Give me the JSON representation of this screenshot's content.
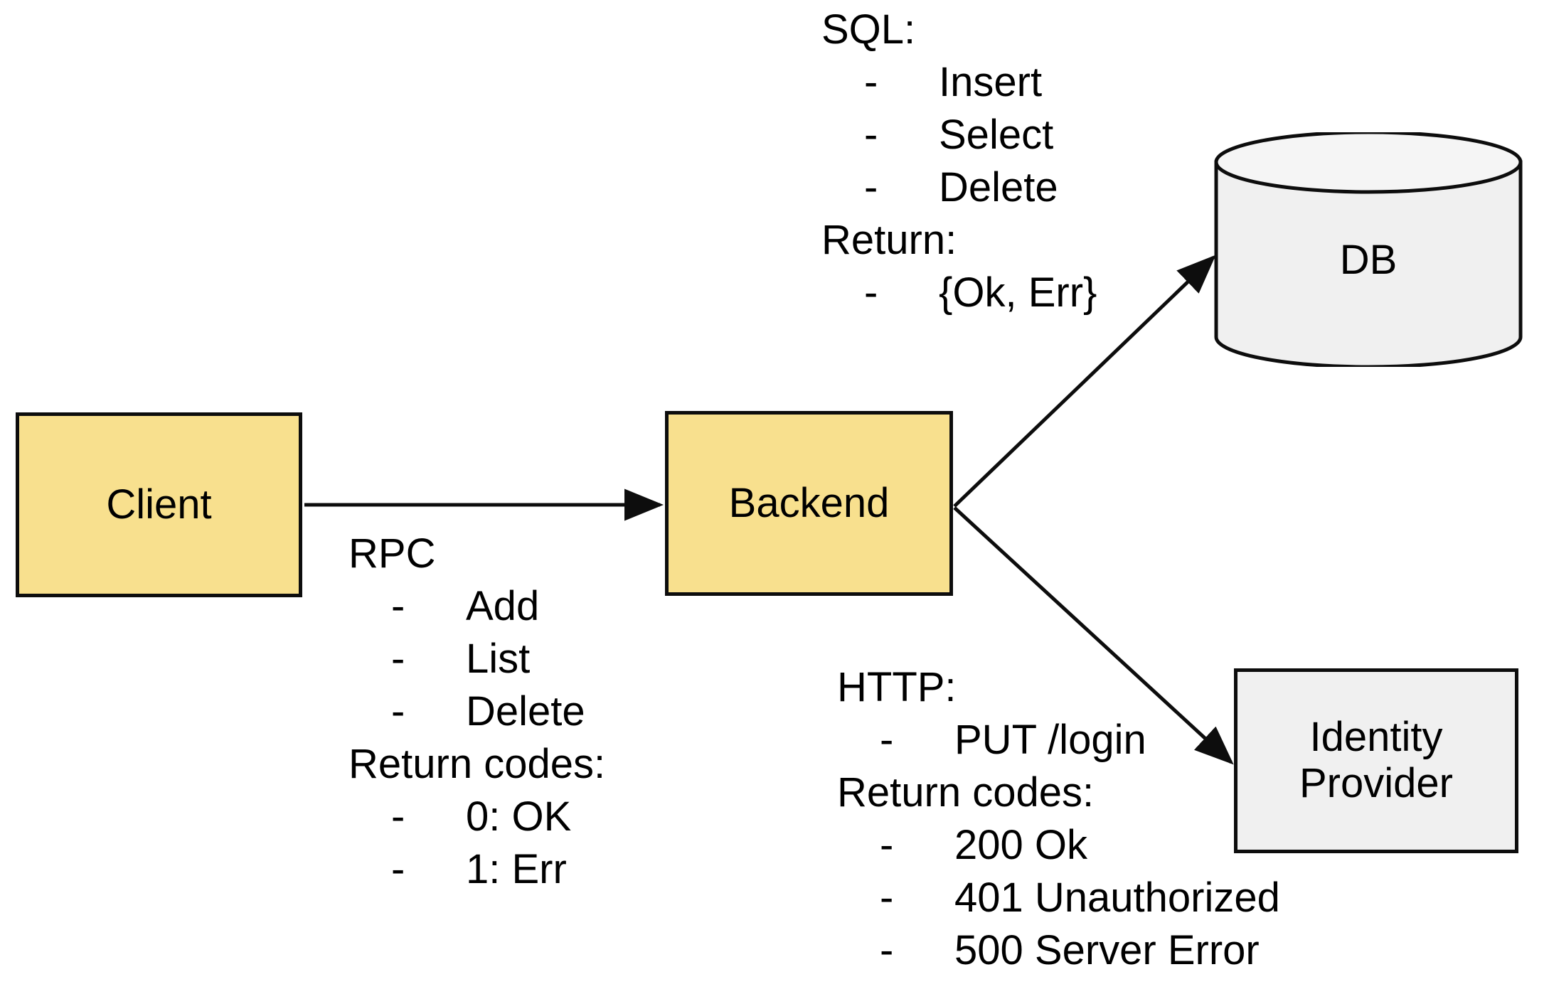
{
  "diagram": {
    "title": "Client / Backend / DB / Identity Provider architecture",
    "colors": {
      "node_yellow": "#f8e08e",
      "node_gray": "#f0f0f0",
      "stroke": "#0d0d0d",
      "background": "#ffffff"
    }
  },
  "nodes": {
    "client": {
      "label": "Client",
      "shape": "rectangle",
      "fill": "#f8e08e"
    },
    "backend": {
      "label": "Backend",
      "shape": "rectangle",
      "fill": "#f8e08e"
    },
    "db": {
      "label": "DB",
      "shape": "cylinder",
      "fill": "#f0f0f0"
    },
    "identity_provider": {
      "label": "Identity\nProvider",
      "line1": "Identity",
      "line2": "Provider",
      "shape": "rectangle",
      "fill": "#f0f0f0"
    }
  },
  "edges": [
    {
      "name": "client-to-backend",
      "from": "client",
      "to": "backend",
      "protocol": "RPC",
      "direction": "right"
    },
    {
      "name": "backend-to-db",
      "from": "backend",
      "to": "db",
      "protocol": "SQL",
      "direction": "up-right"
    },
    {
      "name": "backend-to-identity-provider",
      "from": "backend",
      "to": "identity_provider",
      "protocol": "HTTP",
      "direction": "down-right"
    }
  ],
  "annotations": {
    "sql": {
      "header": "SQL:",
      "bullet_marker": "-",
      "items": [
        "Insert",
        "Select",
        "Delete"
      ],
      "return_header": "Return:",
      "return_items": [
        "{Ok, Err}"
      ]
    },
    "rpc": {
      "header": "RPC",
      "bullet_marker": "-",
      "items": [
        "Add",
        "List",
        "Delete"
      ],
      "return_header": "Return codes:",
      "return_items": [
        "0: OK",
        "1: Err"
      ]
    },
    "http": {
      "header": "HTTP:",
      "bullet_marker": "-",
      "items": [
        "PUT /login"
      ],
      "return_header": "Return codes:",
      "return_items": [
        "200 Ok",
        "401 Unauthorized",
        "500 Server Error"
      ]
    }
  }
}
